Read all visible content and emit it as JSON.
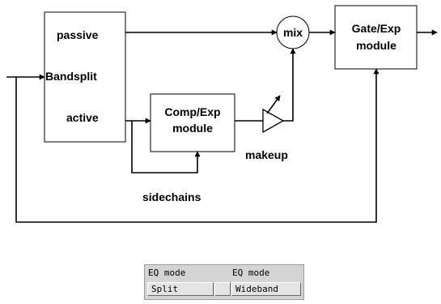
{
  "diagram": {
    "bandsplit": {
      "passive": "passive",
      "name": "Bandsplit",
      "active": "active"
    },
    "comp": {
      "line1": "Comp/Exp",
      "line2": "module"
    },
    "gate": {
      "line1": "Gate/Exp",
      "line2": "module"
    },
    "mix": "mix",
    "makeup": "makeup",
    "sidechains": "sidechains"
  },
  "eq_panel": {
    "left_label": "EQ mode",
    "right_label": "EQ mode",
    "split_button": "Split",
    "middle_button": "",
    "wideband_button": "Wideband"
  }
}
